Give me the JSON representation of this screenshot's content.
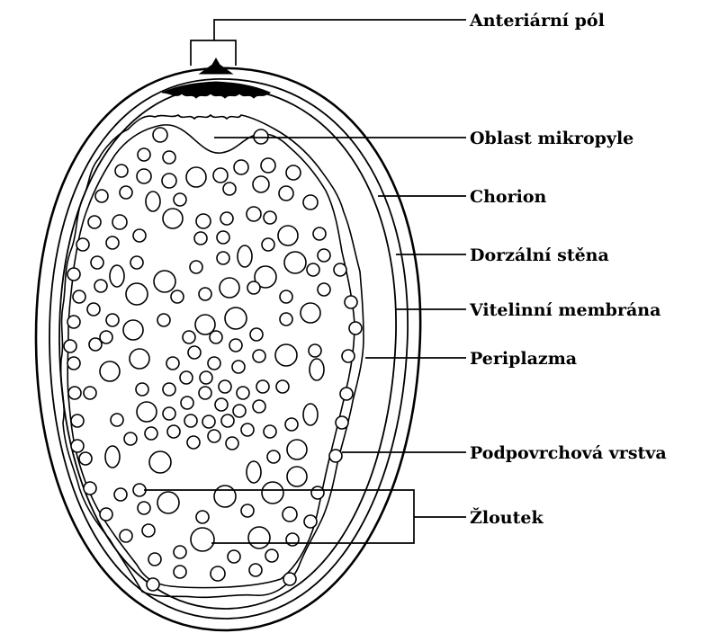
{
  "labels": {
    "anterior_pole": "Anteriární pól",
    "micropyle": "Oblast mikropyle",
    "chorion": "Chorion",
    "dorsal_wall": "Dorzální stěna",
    "vitelline": "Vitelinní membrána",
    "periplasm": "Periplazma",
    "subsurface": "Podpovrchová vrstva",
    "yolk": "Žloutek"
  },
  "colors": {
    "stroke": "#000000",
    "background": "#ffffff"
  }
}
